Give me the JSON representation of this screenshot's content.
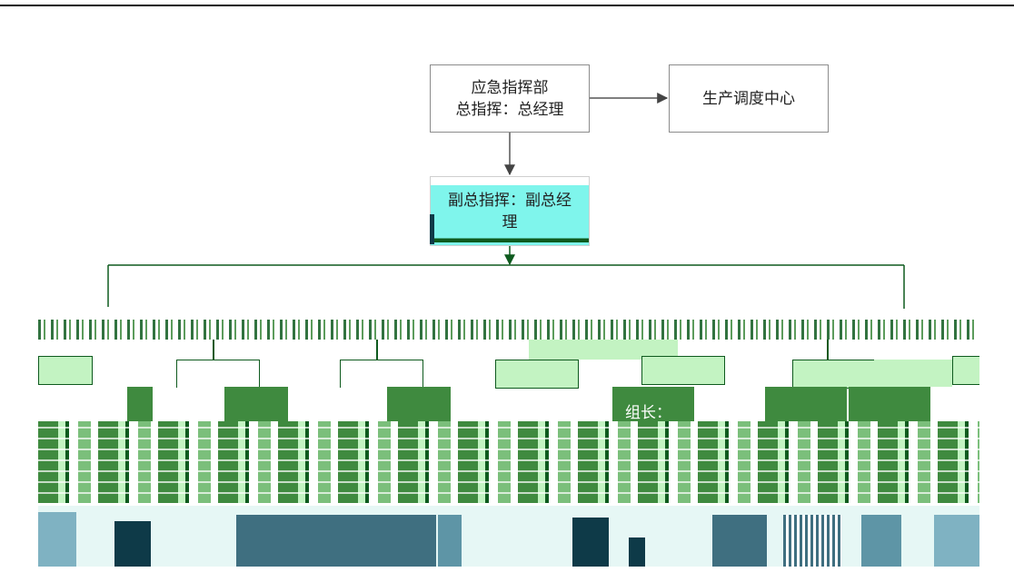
{
  "header": {
    "rule": "top-horizontal-rule"
  },
  "nodes": {
    "command": {
      "line1": "应急指挥部",
      "line2": "总指挥：总经理"
    },
    "dispatch": {
      "label": "生产调度中心"
    },
    "deputy": {
      "line1": "副总指挥：副总经",
      "line2": "理"
    }
  },
  "colors": {
    "line": "#555555",
    "deputy_fill": "#7ff5ec",
    "dark_green": "#0e5a1e",
    "green": "#3f8a3f",
    "light_green": "#c3f3c2",
    "teal": "#3f6f80",
    "navy": "#0e3a48"
  },
  "noise": {
    "fragment": "组长："
  }
}
